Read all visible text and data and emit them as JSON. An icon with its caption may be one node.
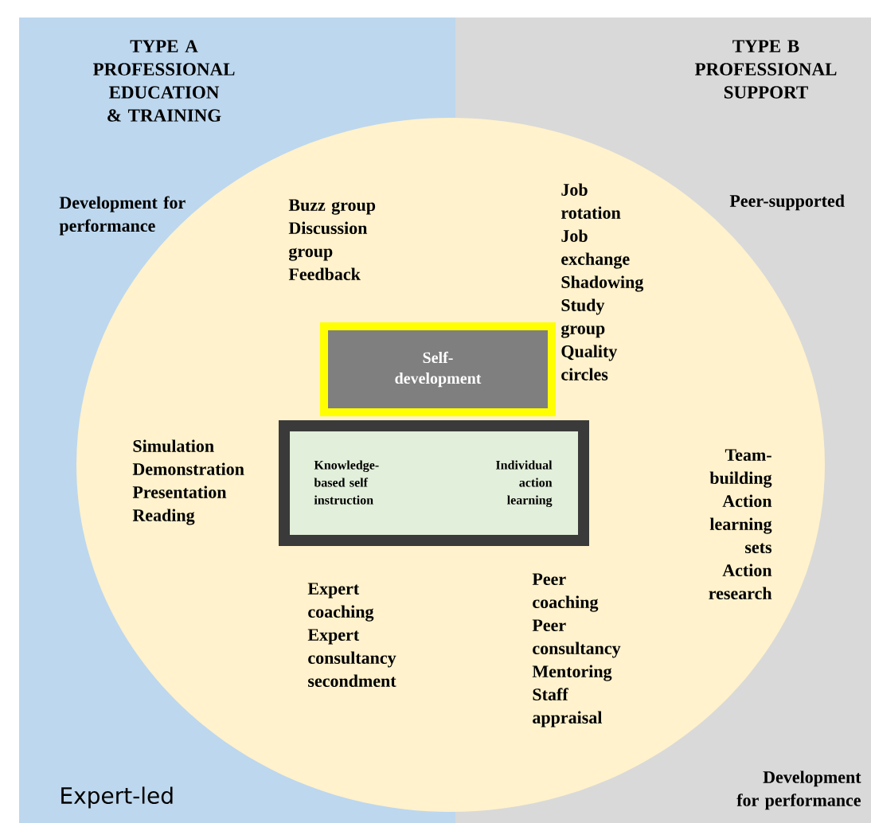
{
  "diagram": {
    "nodes": [
      {
        "text": [
          "TYPE A PROFESSIONAL EDUCATION & TRAINING"
        ]
      },
      {
        "text": [
          "TYPE B PROFESSIONAL SUPPORT"
        ]
      },
      {
        "text": [],
        "shape": "circle"
      },
      {
        "text": [
          "Self-development"
        ],
        "in": 2
      },
      {
        "text": [
          "Knowledge-based self instruction",
          "Individual action learning"
        ],
        "in": 2
      }
    ],
    "labels": [
      "Development for performance",
      "Buzz group",
      "Discussion group",
      "Feedback",
      "Job rotation",
      "Job exchange",
      "Shadowing",
      "Study group",
      "Quality circles",
      "Peer-supported",
      "Simulation",
      "Demonstration",
      "Presentation",
      "Reading",
      "Team-building",
      "Action learning sets",
      "Action research",
      "Expert coaching",
      "Expert consultancy",
      "secondment",
      "Peer coaching",
      "Peer consultancy",
      "Mentoring",
      "Staff appraisal",
      "Development for performance",
      "Expert-led"
    ]
  }
}
